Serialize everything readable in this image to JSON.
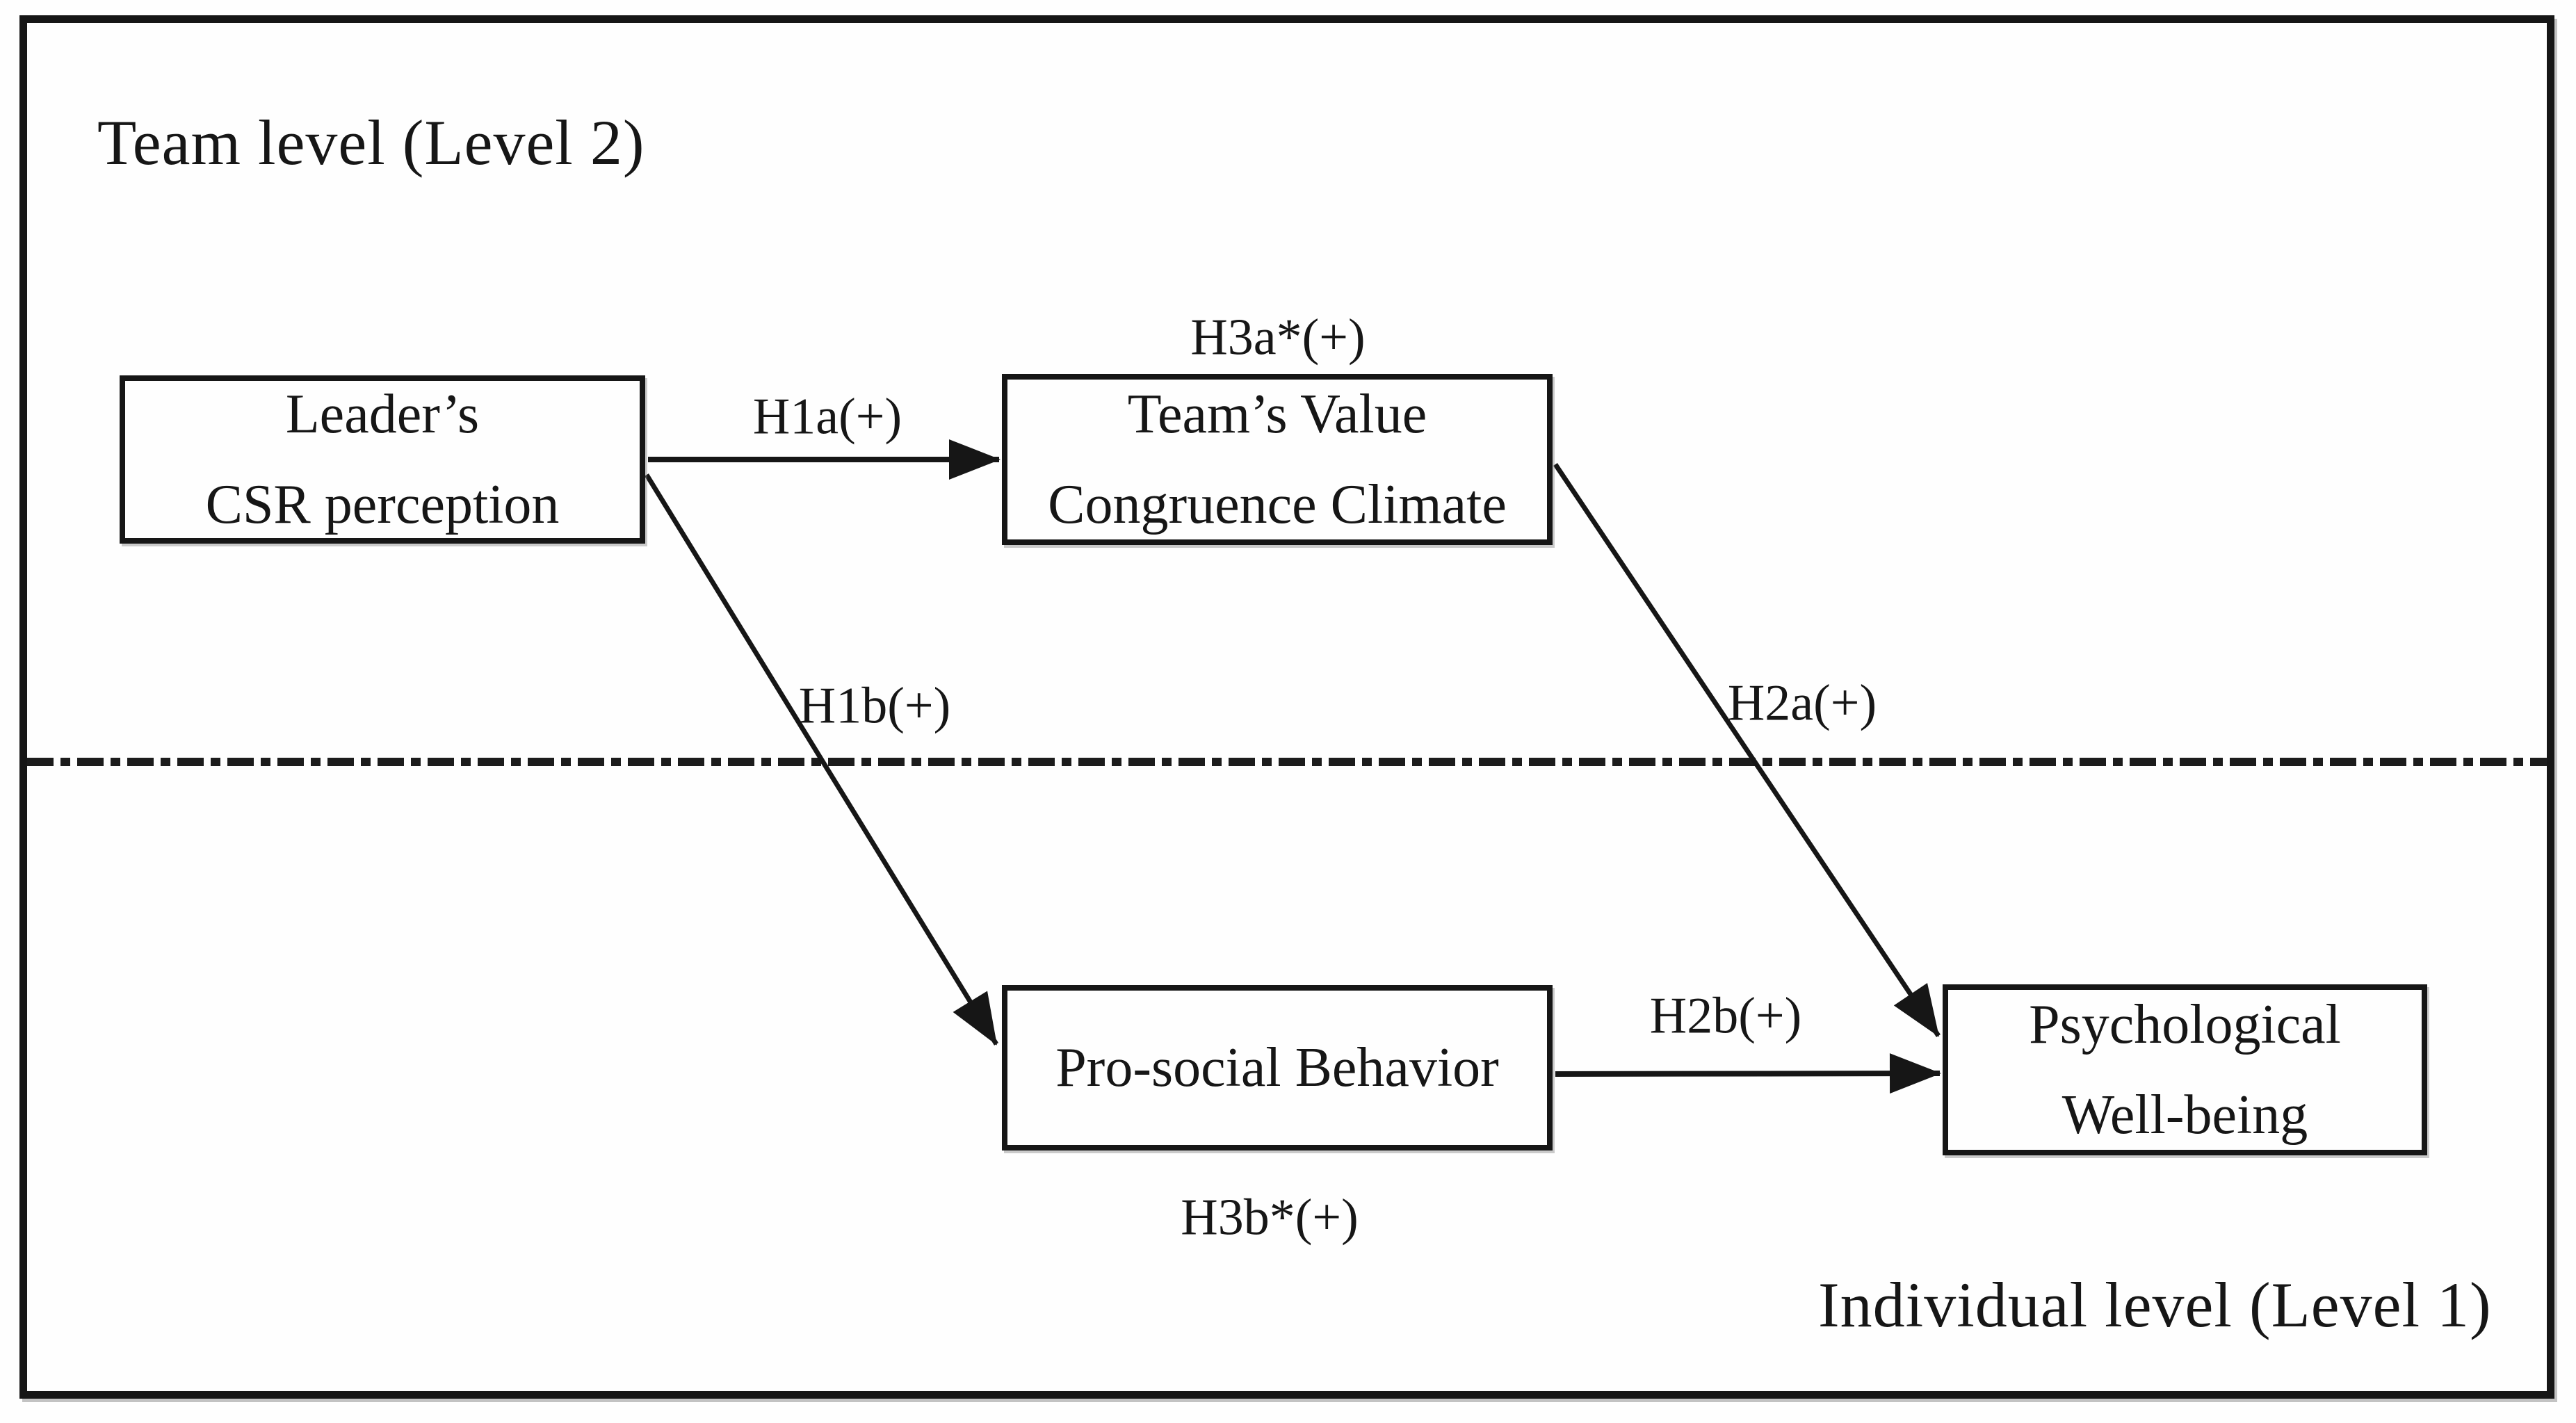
{
  "levels": {
    "team_label": "Team level (Level 2)",
    "individual_label": "Individual level (Level 1)"
  },
  "boxes": {
    "leader": {
      "line1": "Leader’s",
      "line2": "CSR perception"
    },
    "team_climate": {
      "line1": "Team’s Value",
      "line2": "Congruence Climate"
    },
    "prosocial": {
      "line1": "Pro-social Behavior"
    },
    "wellbeing": {
      "line1": "Psychological",
      "line2": "Well-being"
    }
  },
  "arrow_labels": {
    "h1a": "H1a(+)",
    "h1b": "H1b(+)",
    "h2a": "H2a(+)",
    "h2b": "H2b(+)",
    "h3a": "H3a*(+)",
    "h3b": "H3b*(+)"
  },
  "arrows": {
    "h1a_path": "Leader’s CSR perception → Team’s Value Congruence Climate",
    "h1b_path": "Leader’s CSR perception → Pro-social Behavior",
    "h2a_path": "Team’s Value Congruence Climate → Psychological Well-being",
    "h2b_path": "Pro-social Behavior → Psychological Well-being"
  },
  "colors": {
    "ink": "#161616",
    "background": "#fefefe",
    "shadow": "#7d7d7d"
  }
}
